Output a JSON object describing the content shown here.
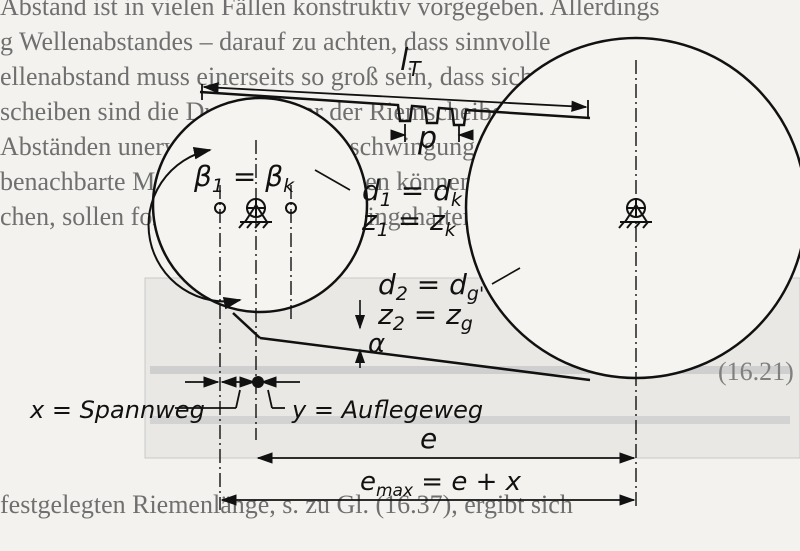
{
  "background_lines": [
    "Abstand ist in vielen Fällen konstruktiv vorgegeben. Allerdings",
    "g Wellenabstandes – darauf zu achten, dass sinnvolle",
    "ellenabstand muss einerseits so groß sein, dass sich die",
    "scheiben sind die Durchmesser der Riemscheiben mal-",
    "Abständen unerwünschte Riemenschwingungen möglich,",
    "benachbarte Maschinenteile berühren können. Sofern",
    "chen, sollen folgende Grenzwerte eingehalten werden"
  ],
  "background_bottom_line": "festgelegten Riemenlänge, s. zu Gl. (16.37), ergibt sich",
  "formula_number": "(16.21)",
  "labels": {
    "lT_base": "l",
    "lT_sub": "T",
    "p": "p",
    "beta_line": {
      "a": "β",
      "a_sub": "1",
      "eq": " = β",
      "b_sub": "k"
    },
    "d1_line": {
      "a": "d",
      "a_sub": "1",
      "eq": " = d",
      "b_sub": "k"
    },
    "z1_line": {
      "a": "z",
      "a_sub": "1",
      "eq": " = z",
      "b_sub": "k"
    },
    "d2_line": {
      "a": "d",
      "a_sub": "2",
      "eq": " = d",
      "b_sub": "g'"
    },
    "z2_line": {
      "a": "z",
      "a_sub": "2",
      "eq": " = z",
      "b_sub": "g"
    },
    "alpha": "α",
    "x_label": "x = Spannweg",
    "y_label": "y = Auflegeweg",
    "e": "e",
    "emax_base": "e",
    "emax_sub": "max",
    "emax_rest": " = e + x"
  }
}
